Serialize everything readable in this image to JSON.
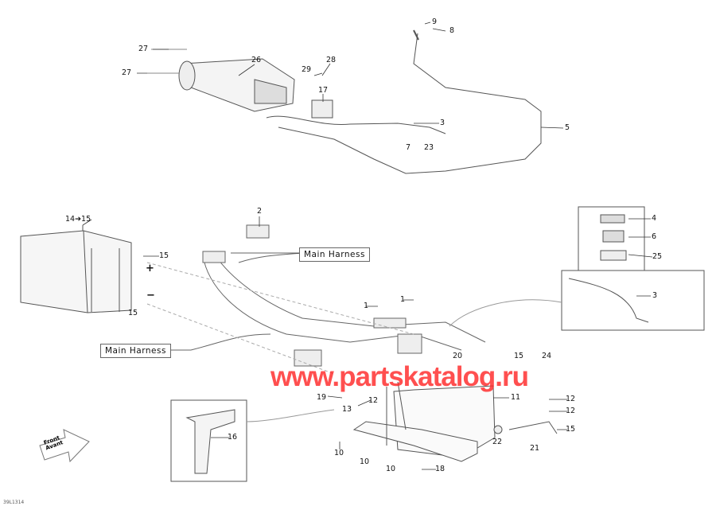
{
  "diagram_code": "39L1314",
  "watermark": "www.partskatalog.ru",
  "front_label": {
    "line1": "Front",
    "line2": "Avant"
  },
  "callout_boxes": [
    {
      "text": "Main Harness"
    },
    {
      "text": "Main Harness"
    }
  ],
  "battery_label": "14➔15",
  "polarity": {
    "plus": "+",
    "minus": "−"
  },
  "callouts": [
    "9",
    "8",
    "27",
    "27",
    "26",
    "29",
    "28",
    "17",
    "3",
    "5",
    "7",
    "23",
    "2",
    "15",
    "15",
    "1",
    "1",
    "4",
    "6",
    "25",
    "3",
    "20",
    "15",
    "24",
    "11",
    "19",
    "12",
    "13",
    "12",
    "12",
    "15",
    "22",
    "21",
    "16",
    "10",
    "10",
    "10",
    "18"
  ]
}
